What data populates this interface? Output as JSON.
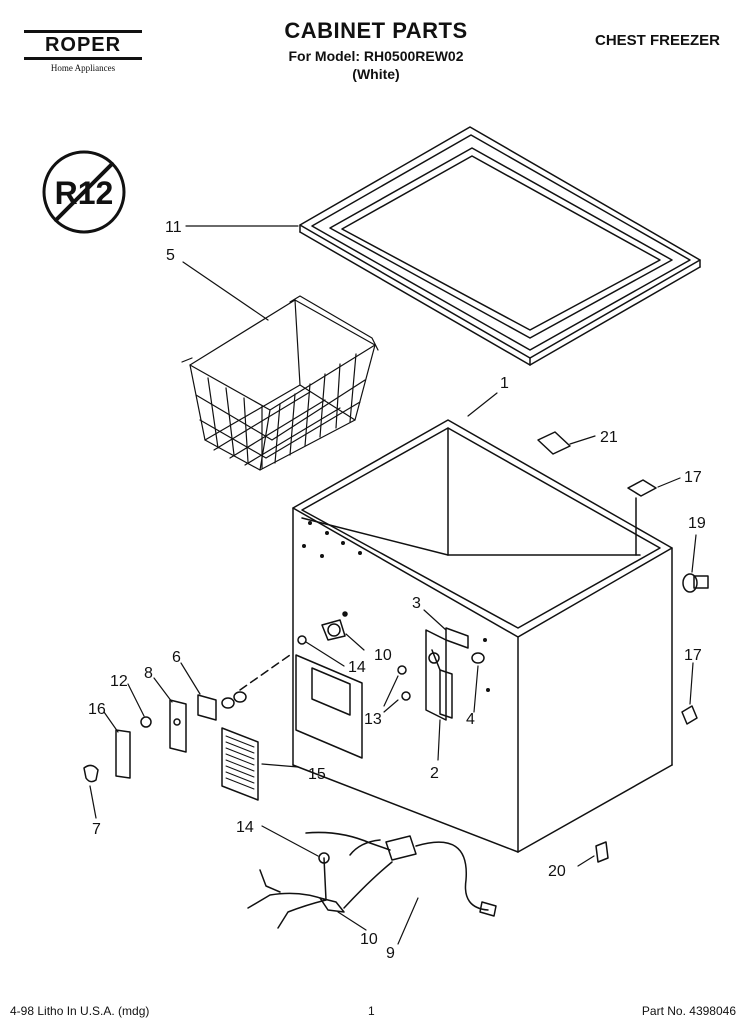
{
  "header": {
    "brand": "ROPER",
    "brand_sub": "Home Appliances",
    "title": "CABINET PARTS",
    "model_line": "For Model: RH0500REW02",
    "color_line": "(White)",
    "category": "CHEST FREEZER"
  },
  "badge": {
    "text": "R12"
  },
  "callouts": {
    "c1": "1",
    "c2": "2",
    "c3": "3",
    "c4": "4",
    "c5": "5",
    "c6": "6",
    "c7": "7",
    "c8": "8",
    "c9": "9",
    "c10a": "10",
    "c10b": "10",
    "c11": "11",
    "c12": "12",
    "c13": "13",
    "c14a": "14",
    "c14b": "14",
    "c15": "15",
    "c16": "16",
    "c17a": "17",
    "c17b": "17",
    "c19": "19",
    "c20": "20",
    "c21": "21"
  },
  "footer": {
    "left": "4-98 Litho In U.S.A. (mdg)",
    "page": "1",
    "part_no": "Part No. 4398046"
  }
}
